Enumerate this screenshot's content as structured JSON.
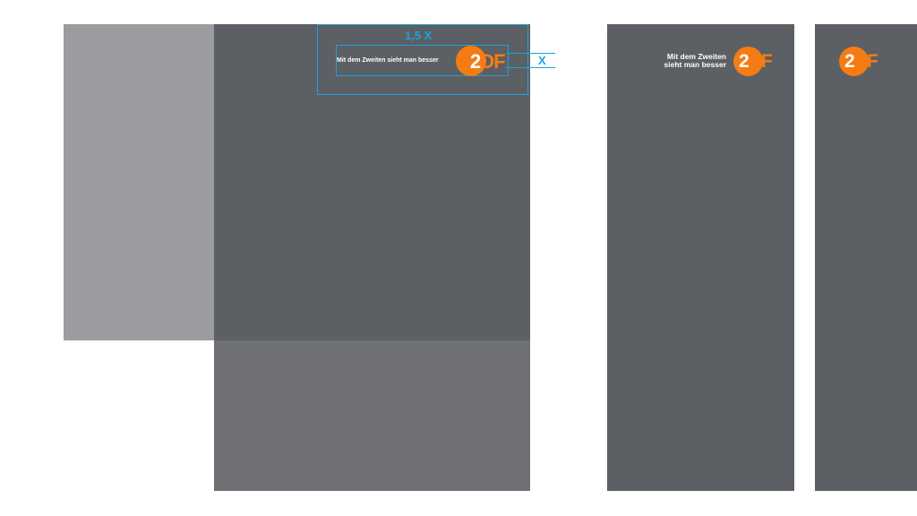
{
  "slogan": "Mit dem Zweiten sieht man besser",
  "slogan_two_lines": "Mit dem Zweiten\nsieht man besser",
  "logo": {
    "z": "2",
    "df": "DF"
  },
  "dimensions": {
    "outer": "1,5 X",
    "inner": "X"
  },
  "colors": {
    "accent_guide": "#1aa3e0",
    "brand_orange": "#f57c14",
    "panel_dark": "#5c5f63",
    "panel_light": "#9a9c9f",
    "panel_mid_gray": "#6f7175"
  }
}
